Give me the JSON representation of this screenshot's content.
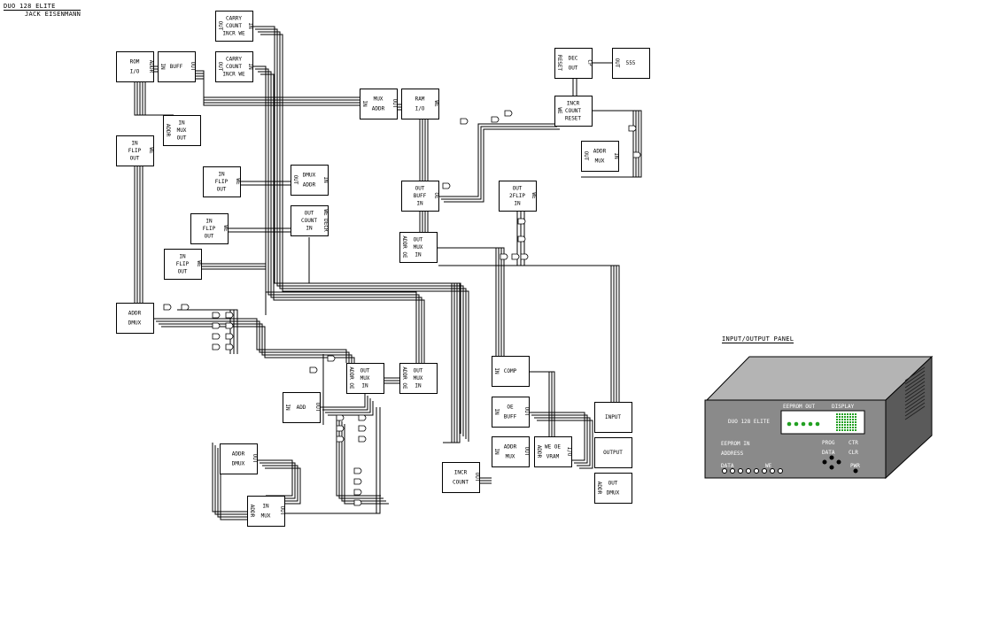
{
  "title": {
    "line1": "DUO 128 ELITE",
    "line2": "JACK EISENMANN"
  },
  "panel": {
    "heading": "INPUT/OUTPUT PANEL",
    "brand": "DUO 128 ELITE",
    "eeprom_out": "EEPROM OUT",
    "display": "DISPLAY",
    "eeprom_in": "EEPROM IN",
    "address": "ADDRESS",
    "prog": "PROG",
    "ctr": "CTR",
    "data_l": "DATA",
    "data_r": "DATA",
    "clr": "CLR",
    "we": "WE",
    "pwr": "PWR",
    "colors": {
      "top": "#b4b4b4",
      "front": "#8a8a8a",
      "side": "#5a5a5a",
      "led": "#22a022",
      "screen": "#ffffff"
    }
  },
  "blocks": [
    {
      "id": "carry-count-1",
      "labels": [
        "CARRY",
        "COUNT",
        "INCR WE"
      ],
      "side": [
        "OUT",
        "IN"
      ]
    },
    {
      "id": "carry-count-2",
      "labels": [
        "CARRY",
        "COUNT",
        "INCR WE"
      ],
      "side": [
        "OUT",
        "IN"
      ]
    },
    {
      "id": "rom",
      "labels": [
        "ROM",
        "I/O"
      ],
      "side": [
        "",
        "ADDR"
      ]
    },
    {
      "id": "buff-top",
      "labels": [
        "BUFF"
      ],
      "side": [
        "IN",
        "OUT"
      ]
    },
    {
      "id": "mux-a",
      "labels": [
        "IN",
        "MUX",
        "OUT"
      ],
      "side": [
        "ADDR",
        ""
      ]
    },
    {
      "id": "flip-a",
      "labels": [
        "IN",
        "FLIP",
        "OUT"
      ],
      "side": [
        "",
        "WE"
      ]
    },
    {
      "id": "flip-b",
      "labels": [
        "IN",
        "FLIP",
        "OUT"
      ],
      "side": [
        "",
        "WE"
      ]
    },
    {
      "id": "flip-c",
      "labels": [
        "IN",
        "FLIP",
        "OUT"
      ],
      "side": [
        "",
        "WE"
      ]
    },
    {
      "id": "flip-d",
      "labels": [
        "IN",
        "FLIP",
        "OUT"
      ],
      "side": [
        "",
        "WE"
      ]
    },
    {
      "id": "dmux-mid",
      "labels": [
        "DMUX",
        "ADDR"
      ],
      "side": [
        "OUT",
        "IN"
      ]
    },
    {
      "id": "count-mid",
      "labels": [
        "OUT",
        "COUNT",
        "IN"
      ],
      "side": [
        "",
        "WE DECR"
      ]
    },
    {
      "id": "mux-ram",
      "labels": [
        "MUX",
        "ADDR"
      ],
      "side": [
        "IN",
        "OUT"
      ]
    },
    {
      "id": "ram",
      "labels": [
        "RAM",
        "I/O"
      ],
      "side": [
        "",
        "WE"
      ]
    },
    {
      "id": "dec",
      "labels": [
        "DEC",
        "OUT"
      ],
      "side": [
        "RESET",
        "CP"
      ]
    },
    {
      "id": "timer",
      "labels": [
        "555"
      ],
      "side": [
        "OUT",
        ""
      ]
    },
    {
      "id": "incr-count",
      "labels": [
        "INCR",
        "COUNT",
        "RESET"
      ],
      "side": [
        "WE",
        ""
      ]
    },
    {
      "id": "mux-right",
      "labels": [
        "ADDR",
        "MUX"
      ],
      "side": [
        "OUT",
        "IN"
      ]
    },
    {
      "id": "buff-mid",
      "labels": [
        "OUT",
        "BUFF",
        "IN"
      ],
      "side": [
        "",
        "OE"
      ]
    },
    {
      "id": "flip2",
      "labels": [
        "OUT",
        "2FLIP",
        "IN"
      ],
      "side": [
        "",
        "WE"
      ]
    },
    {
      "id": "mux-center",
      "labels": [
        "OUT",
        "MUX",
        "IN"
      ],
      "side": [
        "ADDR OE",
        ""
      ]
    },
    {
      "id": "dmux-left",
      "labels": [
        "ADDR",
        "DMUX"
      ],
      "side": [
        "",
        ""
      ]
    },
    {
      "id": "mux-low-1",
      "labels": [
        "OUT",
        "MUX",
        "IN"
      ],
      "side": [
        "ADDR OE",
        ""
      ]
    },
    {
      "id": "mux-low-2",
      "labels": [
        "OUT",
        "MUX",
        "IN"
      ],
      "side": [
        "ADDR OE",
        ""
      ]
    },
    {
      "id": "comp",
      "labels": [
        "COMP"
      ],
      "side": [
        "IN",
        ""
      ]
    },
    {
      "id": "add",
      "labels": [
        "ADD"
      ],
      "side": [
        "IN",
        "OUT"
      ]
    },
    {
      "id": "buff-low",
      "labels": [
        "OE",
        "BUFF"
      ],
      "side": [
        "IN",
        "OUT"
      ]
    },
    {
      "id": "dmux-low",
      "labels": [
        "ADDR",
        "DMUX"
      ],
      "side": [
        "",
        "OUT"
      ]
    },
    {
      "id": "mux-vram",
      "labels": [
        "ADDR",
        "MUX"
      ],
      "side": [
        "IN",
        "OUT"
      ]
    },
    {
      "id": "vram",
      "labels": [
        "WE OE",
        "VRAM"
      ],
      "side": [
        "ADDR",
        "I/O"
      ]
    },
    {
      "id": "incr-count-low",
      "labels": [
        "INCR",
        "COUNT"
      ],
      "side": [
        "",
        "OUT"
      ]
    },
    {
      "id": "mux-bottom",
      "labels": [
        "IN",
        "MUX"
      ],
      "side": [
        "ADDR",
        "OUT"
      ]
    },
    {
      "id": "input",
      "labels": [
        "INPUT"
      ],
      "side": [
        "",
        ""
      ]
    },
    {
      "id": "output",
      "labels": [
        "OUTPUT"
      ],
      "side": [
        "",
        ""
      ]
    },
    {
      "id": "dmux-out",
      "labels": [
        "OUT",
        "DMUX"
      ],
      "side": [
        "ADDR",
        ""
      ]
    }
  ]
}
